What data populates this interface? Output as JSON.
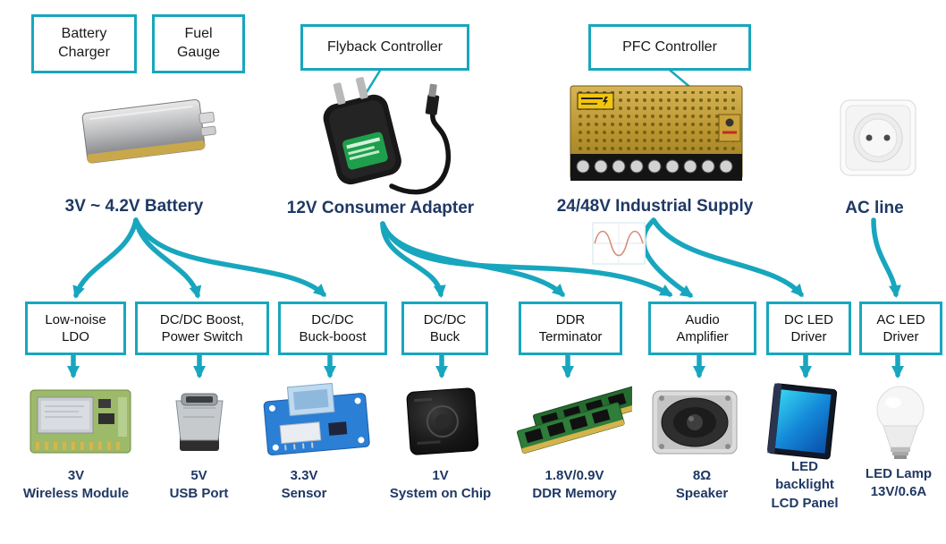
{
  "colors": {
    "teal": "#18A6BE",
    "navy": "#1F3864",
    "wave": "#D98B7E"
  },
  "controllers": {
    "battery_charger": {
      "line1": "Battery",
      "line2": "Charger"
    },
    "fuel_gauge": {
      "line1": "Fuel",
      "line2": "Gauge"
    },
    "flyback": {
      "label": "Flyback Controller"
    },
    "pfc": {
      "label": "PFC Controller"
    }
  },
  "sources": {
    "battery": {
      "title": "3V ~ 4.2V Battery"
    },
    "adapter": {
      "title": "12V Consumer Adapter"
    },
    "industrial": {
      "title": "24/48V Industrial Supply"
    },
    "ac_line": {
      "title": "AC line"
    }
  },
  "converters": [
    {
      "line1": "Low-noise",
      "line2": "LDO"
    },
    {
      "line1": "DC/DC Boost,",
      "line2": "Power Switch"
    },
    {
      "line1": "DC/DC",
      "line2": "Buck-boost"
    },
    {
      "line1": "DC/DC",
      "line2": "Buck"
    },
    {
      "line1": "DDR",
      "line2": "Terminator"
    },
    {
      "line1": "Audio",
      "line2": "Amplifier"
    },
    {
      "line1": "DC LED",
      "line2": "Driver"
    },
    {
      "line1": "AC LED",
      "line2": "Driver"
    }
  ],
  "loads": [
    {
      "line1": "3V",
      "line2": "Wireless Module"
    },
    {
      "line1": "5V",
      "line2": "USB Port"
    },
    {
      "line1": "3.3V",
      "line2": "Sensor"
    },
    {
      "line1": "1V",
      "line2": "System on Chip"
    },
    {
      "line1": "1.8V/0.9V",
      "line2": "DDR Memory"
    },
    {
      "line1": "8Ω",
      "line2": "Speaker"
    },
    {
      "line1": "LED",
      "line2": "backlight",
      "line3": "LCD Panel"
    },
    {
      "line1": "LED Lamp",
      "line2": "13V/0.6A"
    }
  ]
}
